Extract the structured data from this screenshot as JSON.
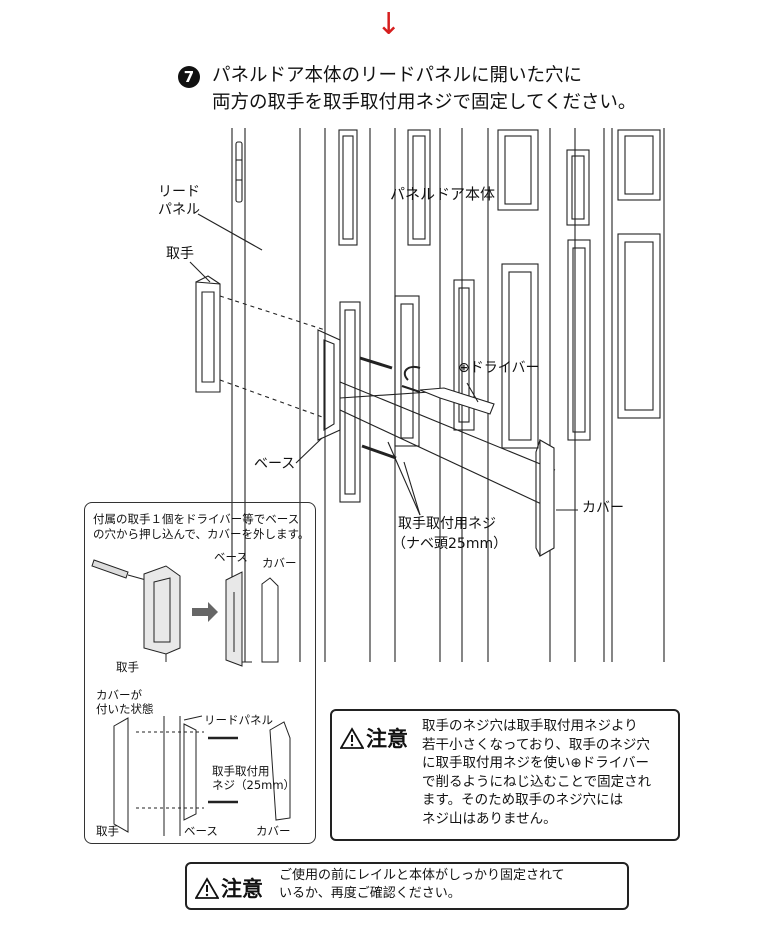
{
  "top_arrow": "↓",
  "step": {
    "number": "7",
    "line1": "パネルドア本体のリードパネルに開いた穴に",
    "line2": "両方の取手を取手取付用ネジで固定してください。"
  },
  "main_labels": {
    "lead_panel_1": "リード",
    "lead_panel_2": "パネル",
    "handle": "取手",
    "panel_door_body": "パネルドア本体",
    "driver": "⊕ドライバー",
    "base": "ベース",
    "cover": "カバー",
    "screw_1": "取手取付用ネジ",
    "screw_2": "（ナベ頭25mm）"
  },
  "inset": {
    "instruction_1": "付属の取手１個をドライバー等でベース",
    "instruction_2": "の穴から押し込んで、カバーを外します。",
    "base": "ベース",
    "cover": "カバー",
    "handle": "取手",
    "attached_1": "カバーが",
    "attached_2": "付いた状態",
    "lead_panel": "リードパネル",
    "screw_1": "取手取付用",
    "screw_2": "ネジ（25mm）",
    "handle2": "取手",
    "base2": "ベース",
    "cover2": "カバー"
  },
  "caution1": {
    "icon": "warning-triangle-icon",
    "title": "注意",
    "lines": [
      "取手のネジ穴は取手取付用ネジより",
      "若干小さくなっており、取手のネジ穴",
      "に取手取付用ネジを使い⊕ドライバー",
      "で削るようにねじ込むことで固定され",
      "ます。そのため取手のネジ穴には",
      "ネジ山はありません。"
    ]
  },
  "caution2": {
    "icon": "warning-triangle-icon",
    "title": "注意",
    "line1": "ご使用の前にレイルと本体がしっかり固定されて",
    "line2": "いるか、再度ご確認ください。"
  },
  "colors": {
    "arrow": "#d61e1e",
    "line": "#222222"
  }
}
